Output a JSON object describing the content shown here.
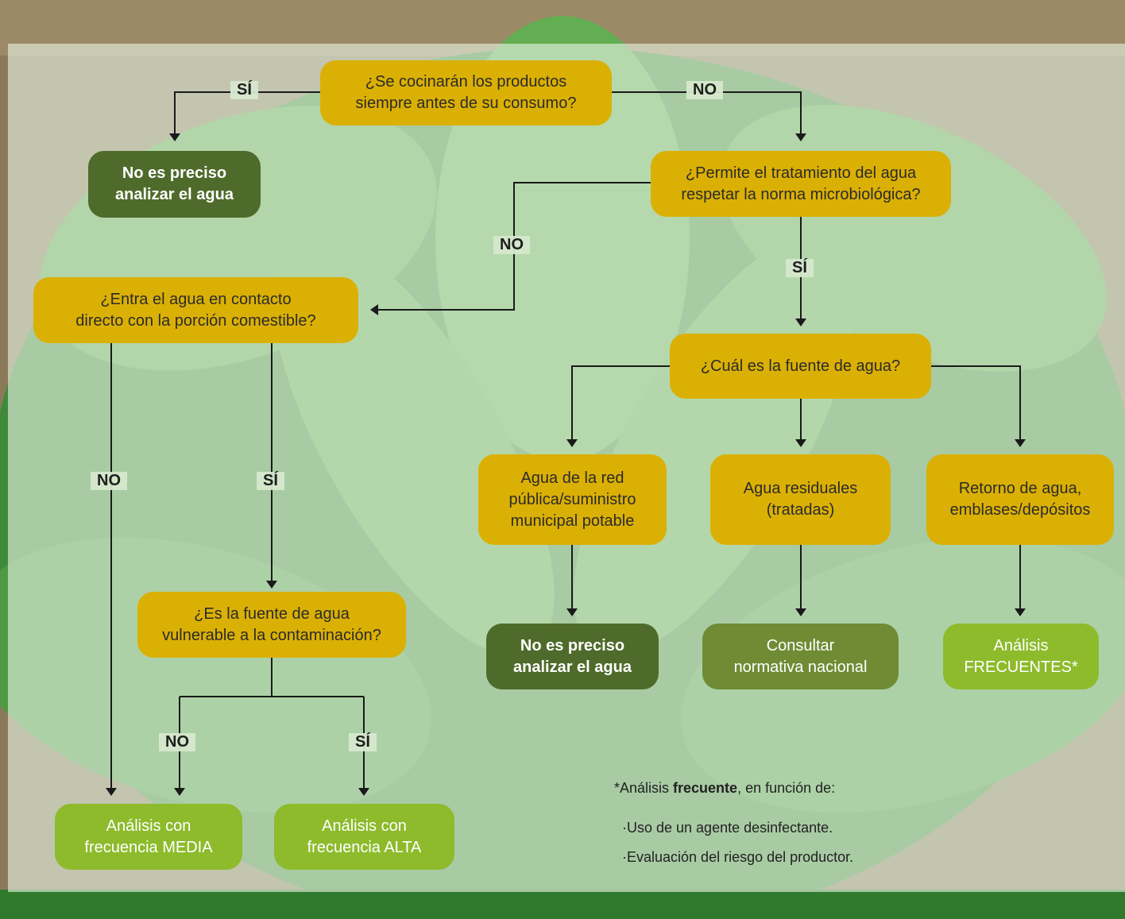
{
  "nodes": {
    "q_cook": "¿Se cocinarán los productos\nsiempre antes de su consumo?",
    "result_no_analyze_1": "No es preciso\nanalizar el agua",
    "q_treatment": "¿Permite el tratamiento del agua\nrespetar la norma microbiológica?",
    "q_contact": "¿Entra el agua en contacto\ndirecto con la porción comestible?",
    "q_source": "¿Cuál es la fuente de agua?",
    "src_public": "Agua de la red\npública/suministro\nmunicipal potable",
    "src_waste": "Agua residuales\n(tratadas)",
    "src_return": "Retorno de agua,\nemblases/depósitos",
    "q_vulnerable": "¿Es la fuente de agua\nvulnerable a la contaminación?",
    "result_no_analyze_2": "No es preciso\nanalizar el agua",
    "result_consult": "Consultar\nnormativa nacional",
    "result_frequent": "Análisis\nFRECUENTES*",
    "result_media": "Análisis con\nfrecuencia MEDIA",
    "result_alta": "Análisis con\nfrecuencia ALTA"
  },
  "labels": {
    "cook_yes": "SÍ",
    "cook_no": "NO",
    "treat_no": "NO",
    "treat_yes": "SÍ",
    "contact_no": "NO",
    "contact_yes": "SÍ",
    "vuln_no": "NO",
    "vuln_yes": "SÍ"
  },
  "footnote": {
    "prefix": "*Análisis ",
    "bold": "frecuente",
    "suffix": ", en función de:",
    "item1": "·Uso de un agente desinfectante.",
    "item2": "·Evaluación del riesgo del productor."
  },
  "colors": {
    "question": "#dbb004",
    "dark_result": "#4f6b2b",
    "mid_result": "#6f8c35",
    "light_result": "#8dbb2c",
    "connector": "#1a1a1a"
  }
}
